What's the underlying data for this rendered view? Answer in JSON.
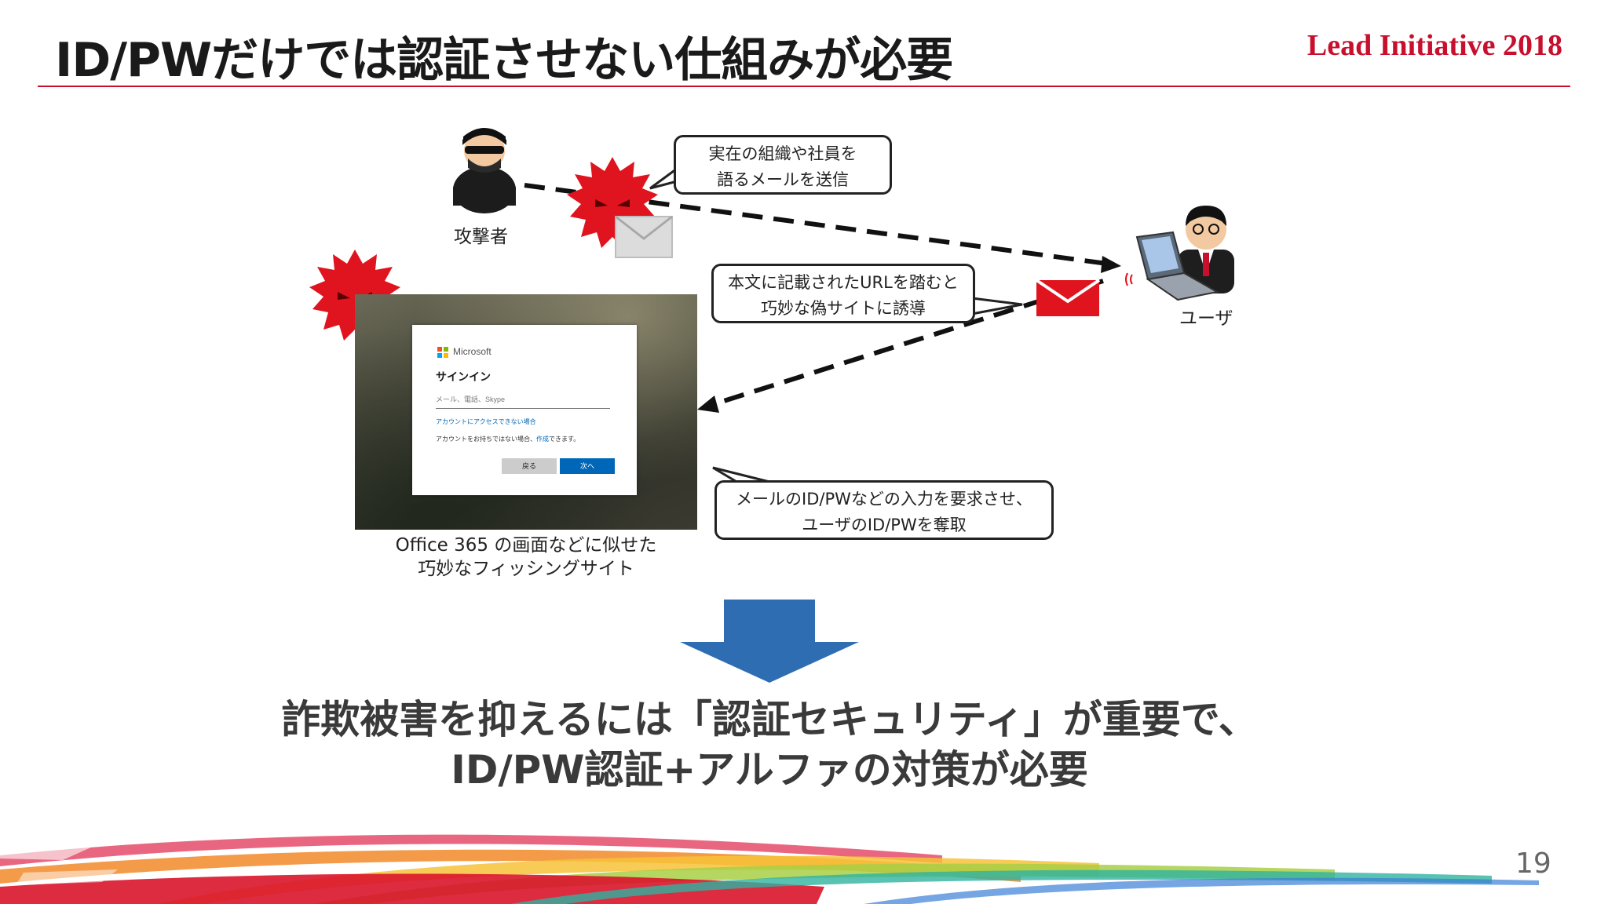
{
  "header": {
    "title": "ID/PWだけでは認証させない仕組みが必要",
    "brand": "Lead Initiative 2018"
  },
  "diagram": {
    "attacker_label": "攻撃者",
    "user_label": "ユーザ",
    "bubble_send": [
      "実在の組織や社員を",
      "語るメールを送信"
    ],
    "bubble_lure": [
      "本文に記載されたURLを踏むと",
      "巧妙な偽サイトに誘導"
    ],
    "bubble_steal": [
      "メールのID/PWなどの入力を要求させ、",
      "ユーザのID/PWを奪取"
    ],
    "phishing_caption": [
      "Office 365 の画面などに似せた",
      "巧妙なフィッシングサイト"
    ],
    "signin": {
      "brand": "Microsoft",
      "heading": "サインイン",
      "input_placeholder": "メール、電話、Skype",
      "help_link": "アカウントにアクセスできない場合",
      "create_text": "アカウントをお持ちではない場合、",
      "create_link": "作成",
      "create_suffix": "できます。",
      "back_button": "戻る",
      "next_button": "次へ"
    }
  },
  "conclusion": [
    "詐欺被害を抑えるには「認証セキュリティ」が重要で、",
    "ID/PW認証+アルファの対策が必要"
  ],
  "page_number": "19",
  "colors": {
    "accent_red": "#c8102e",
    "virus_red": "#e0141e",
    "arrow_blue": "#2f6db3"
  },
  "icons": [
    "attacker-icon",
    "virus-icon",
    "mail-icon",
    "user-laptop-icon",
    "down-arrow-icon"
  ]
}
